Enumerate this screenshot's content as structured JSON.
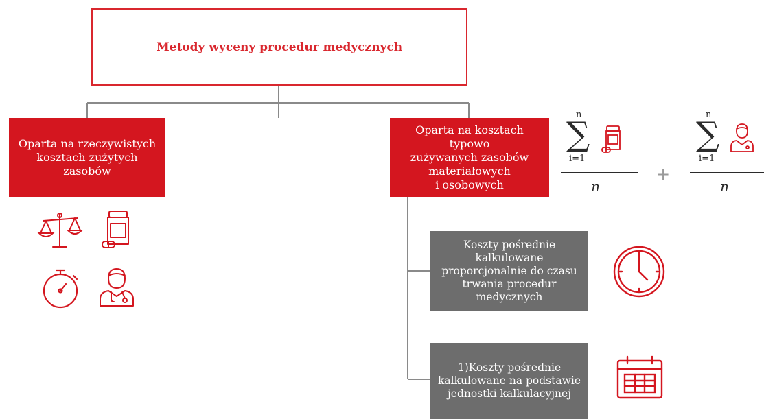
{
  "title": "Metody wyceny procedur medycznych",
  "left_branch": {
    "label": "Oparta na rzeczywistych\nkosztach zużytych\nzasobów",
    "icons": [
      "scales-icon",
      "medicine-bottle-icon",
      "stopwatch-icon",
      "doctor-icon"
    ]
  },
  "right_branch": {
    "label": "Oparta na kosztach typowo\nzużywanych zasobów\nmateriałowych\ni osobowych",
    "formula": {
      "sum_upper": "n",
      "sum_lower": "i=1",
      "denominator": "n",
      "operator": "+",
      "icons": [
        "medicine-bottle-icon",
        "doctor-icon"
      ]
    },
    "children": [
      {
        "label": "Koszty pośrednie\nkalkulowane\nproporcjonalnie do czasu\ntrwania procedur\nmedycznych",
        "icon": "clock-icon"
      },
      {
        "label": "1)Koszty pośrednie\nkalkulowane na podstawie\njednostki kalkulacyjnej",
        "icon": "calendar-icon"
      }
    ]
  },
  "colors": {
    "accent_red": "#d4161f",
    "grey_box": "#6d6d6d",
    "connector": "#8a8a8a"
  }
}
